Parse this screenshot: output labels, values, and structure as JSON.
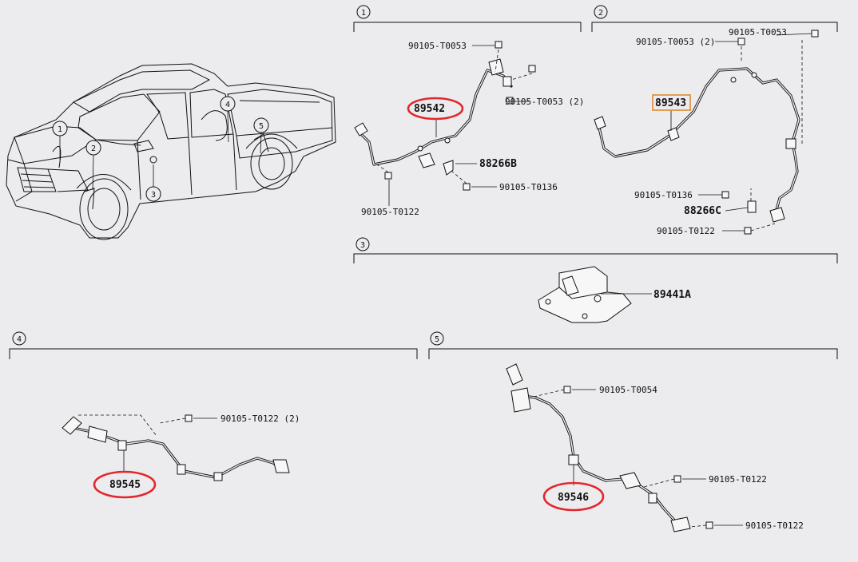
{
  "highlight_colors": {
    "ellipse": "#e3262b",
    "box": "#e08a2b"
  },
  "truck_callouts": [
    "1",
    "2",
    "3",
    "4",
    "5"
  ],
  "sections": {
    "s1": {
      "num": "1",
      "main_part": "89542",
      "bolt_top": "90105-T0053",
      "bolt_right": "90105-T0053 (2)",
      "bracket": "88266B",
      "bolt_bracket": "90105-T0136",
      "bolt_bottom": "90105-T0122"
    },
    "s2": {
      "num": "2",
      "main_part": "89543",
      "bolt_top_left": "90105-T0053 (2)",
      "bolt_top_right": "90105-T0053",
      "bolt_bracket": "90105-T0136",
      "bracket": "88266C",
      "bolt_bottom": "90105-T0122"
    },
    "s3": {
      "num": "3",
      "main_part": "89441A"
    },
    "s4": {
      "num": "4",
      "main_part": "89545",
      "bolt": "90105-T0122 (2)"
    },
    "s5": {
      "num": "5",
      "main_part": "89546",
      "bolt_top": "90105-T0054",
      "bolt_mid": "90105-T0122",
      "bolt_bottom": "90105-T0122"
    }
  }
}
